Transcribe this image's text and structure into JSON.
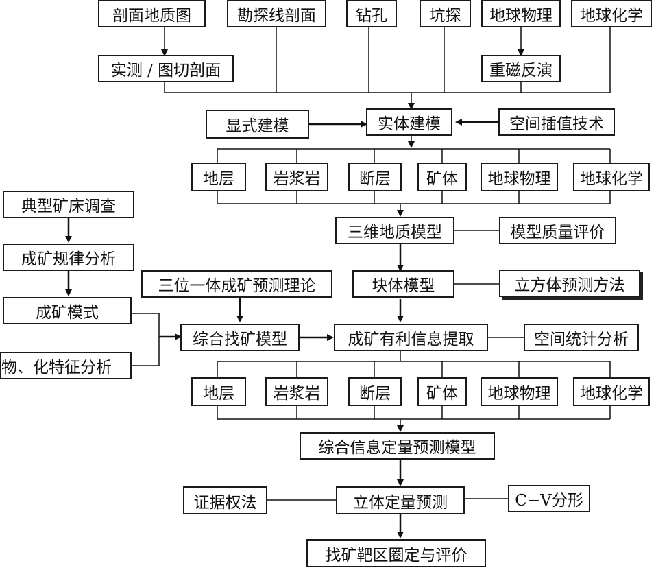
{
  "nodes": {
    "profile_geology": "剖面地质图",
    "exploration_line": "勘探线剖面",
    "drill_hole": "钻孔",
    "pit_exploration": "坑探",
    "geophysics_src": "地球物理",
    "geochemistry_src": "地球化学",
    "measured_section": "实测 / 图切剖面",
    "gravmag_inversion": "重磁反演",
    "explicit_modeling": "显式建模",
    "solid_modeling": "实体建模",
    "spatial_interp": "空间插值技术",
    "row1": [
      "地层",
      "岩浆岩",
      "断层",
      "矿体",
      "地球物理",
      "地球化学"
    ],
    "geo3d_model": "三维地质模型",
    "model_quality": "模型质量评价",
    "typical_deposit": "典型矿床调查",
    "metallogenic_law": "成矿规律分析",
    "metallogenic_mode": "成矿模式",
    "phys_chem_features": "物、化特征分析",
    "trinity_theory": "三位一体成矿预测理论",
    "block_model": "块体模型",
    "cube_method": "立方体预测方法",
    "integrated_prospecting": "综合找矿模型",
    "info_extraction": "成矿有利信息提取",
    "spatial_stats": "空间统计分析",
    "row2": [
      "地层",
      "岩浆岩",
      "断层",
      "矿体",
      "地球物理",
      "地球化学"
    ],
    "integrated_quant_model": "综合信息定量预测模型",
    "weights_of_evidence": "证据权法",
    "stereo_quant": "立体定量预测",
    "cv_fractal": "C−V分形",
    "target_delineation": "找矿靶区圈定与评价"
  }
}
